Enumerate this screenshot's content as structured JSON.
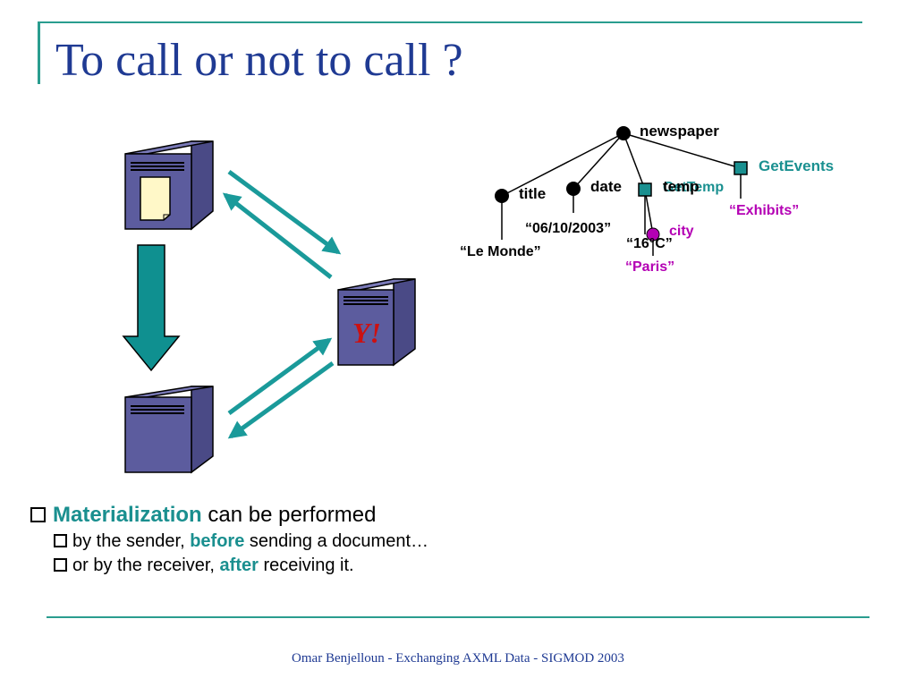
{
  "slide": {
    "title": "To call or not to call ?",
    "footer": "Omar Benjelloun - Exchanging AXML Data - SIGMOD 2003"
  },
  "servers": {
    "receiver_logo": "Y!"
  },
  "tree": {
    "root": "newspaper",
    "title": "title",
    "title_value": "“Le Monde”",
    "date": "date",
    "date_value": "“06/10/2003”",
    "temp": "temp",
    "get_temp": "GetTemp",
    "temp_value": "“16°C”",
    "city": "city",
    "city_value": "“Paris”",
    "get_events": "GetEvents",
    "exhibits": "“Exhibits”"
  },
  "bullets": {
    "main_highlight": "Materialization",
    "main_rest": " can be performed",
    "sub1_prefix": "by the sender, ",
    "sub1_highlight": "before",
    "sub1_rest": " sending a document…",
    "sub2_prefix": "or by the receiver, ",
    "sub2_highlight": "after",
    "sub2_rest": " receiving it."
  },
  "colors": {
    "accent": "#2a9d8f",
    "title": "#1f3a93",
    "server_fill": "#5c5c9e",
    "service": "#1a9090",
    "city": "#b400b4"
  }
}
